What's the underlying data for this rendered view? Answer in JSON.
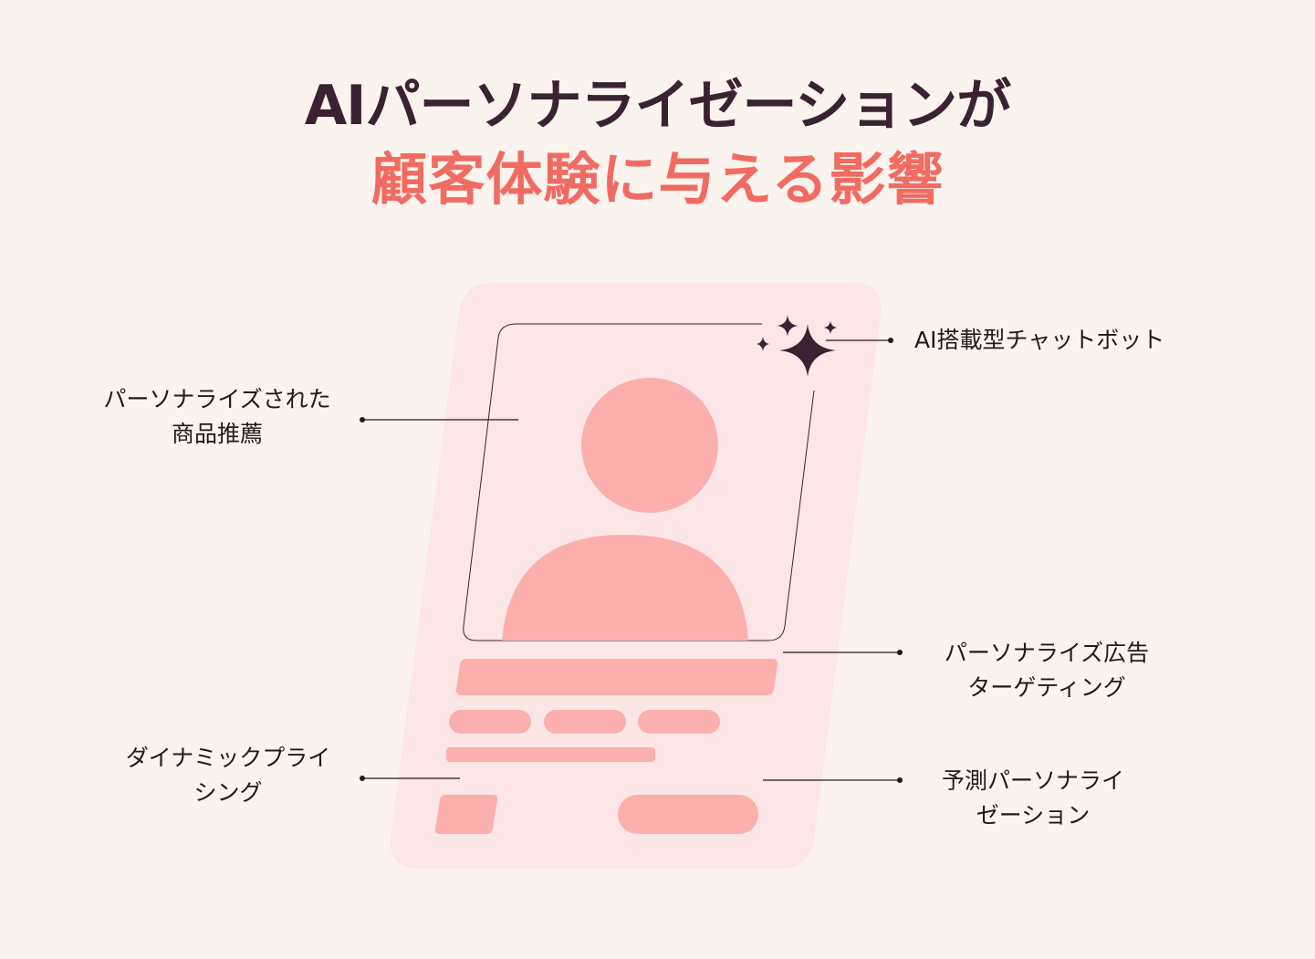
{
  "title": {
    "line1": "AIパーソナライゼーションが",
    "line2": "顧客体験に与える影響"
  },
  "labels": {
    "chatbot": "AI搭載型チャットボット",
    "recommend_1": "パーソナライズされた",
    "recommend_2": "商品推薦",
    "ads_1": "パーソナライズ広告",
    "ads_2": "ターゲティング",
    "pricing_1": "ダイナミックプライ",
    "pricing_2": "シング",
    "predict_1": "予測パーソナライ",
    "predict_2": "ゼーション"
  },
  "colors": {
    "background": "#fbf3ee",
    "title_dark": "#3a2233",
    "title_accent": "#f26b62",
    "card": "#fde6e6",
    "shape": "#fbb0ad",
    "sparkle": "#3a2233",
    "line": "#1f1a1c"
  },
  "icons": {
    "sparkle": "sparkle-icon",
    "person": "person-icon"
  }
}
